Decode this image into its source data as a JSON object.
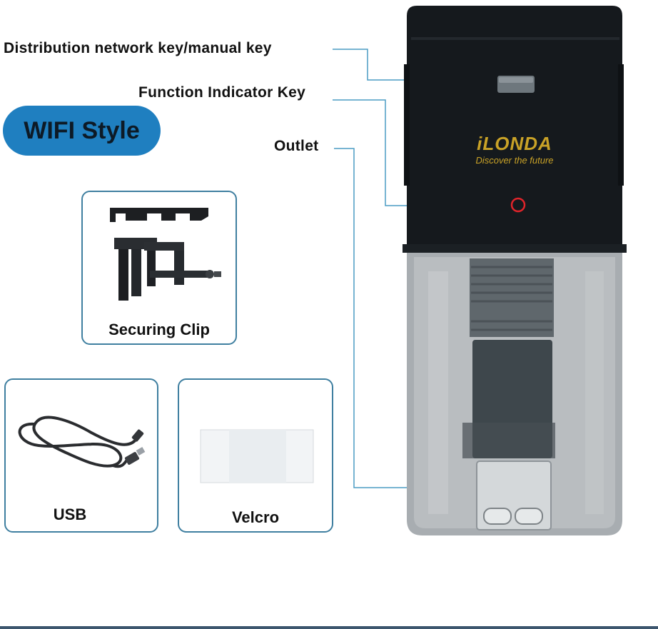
{
  "callouts": {
    "distribution_key": "Distribution network key/manual key",
    "function_indicator": "Function Indicator Key",
    "outlet": "Outlet"
  },
  "badge": {
    "label": "WIFI Style"
  },
  "accessories": [
    {
      "caption": "Securing Clip"
    },
    {
      "caption": "USB"
    },
    {
      "caption": "Velcro"
    }
  ],
  "device": {
    "brand": "iLONDA",
    "tagline": "Discover the future"
  },
  "colors": {
    "accent": "#1f7fc0",
    "card_border": "#3f7fa0",
    "leader_line": "#4a9cc4",
    "device_top": "#15191d",
    "device_hopper": "#9ea3a7",
    "brand_gold": "#c9a227",
    "indicator_red": "#e0242a"
  }
}
